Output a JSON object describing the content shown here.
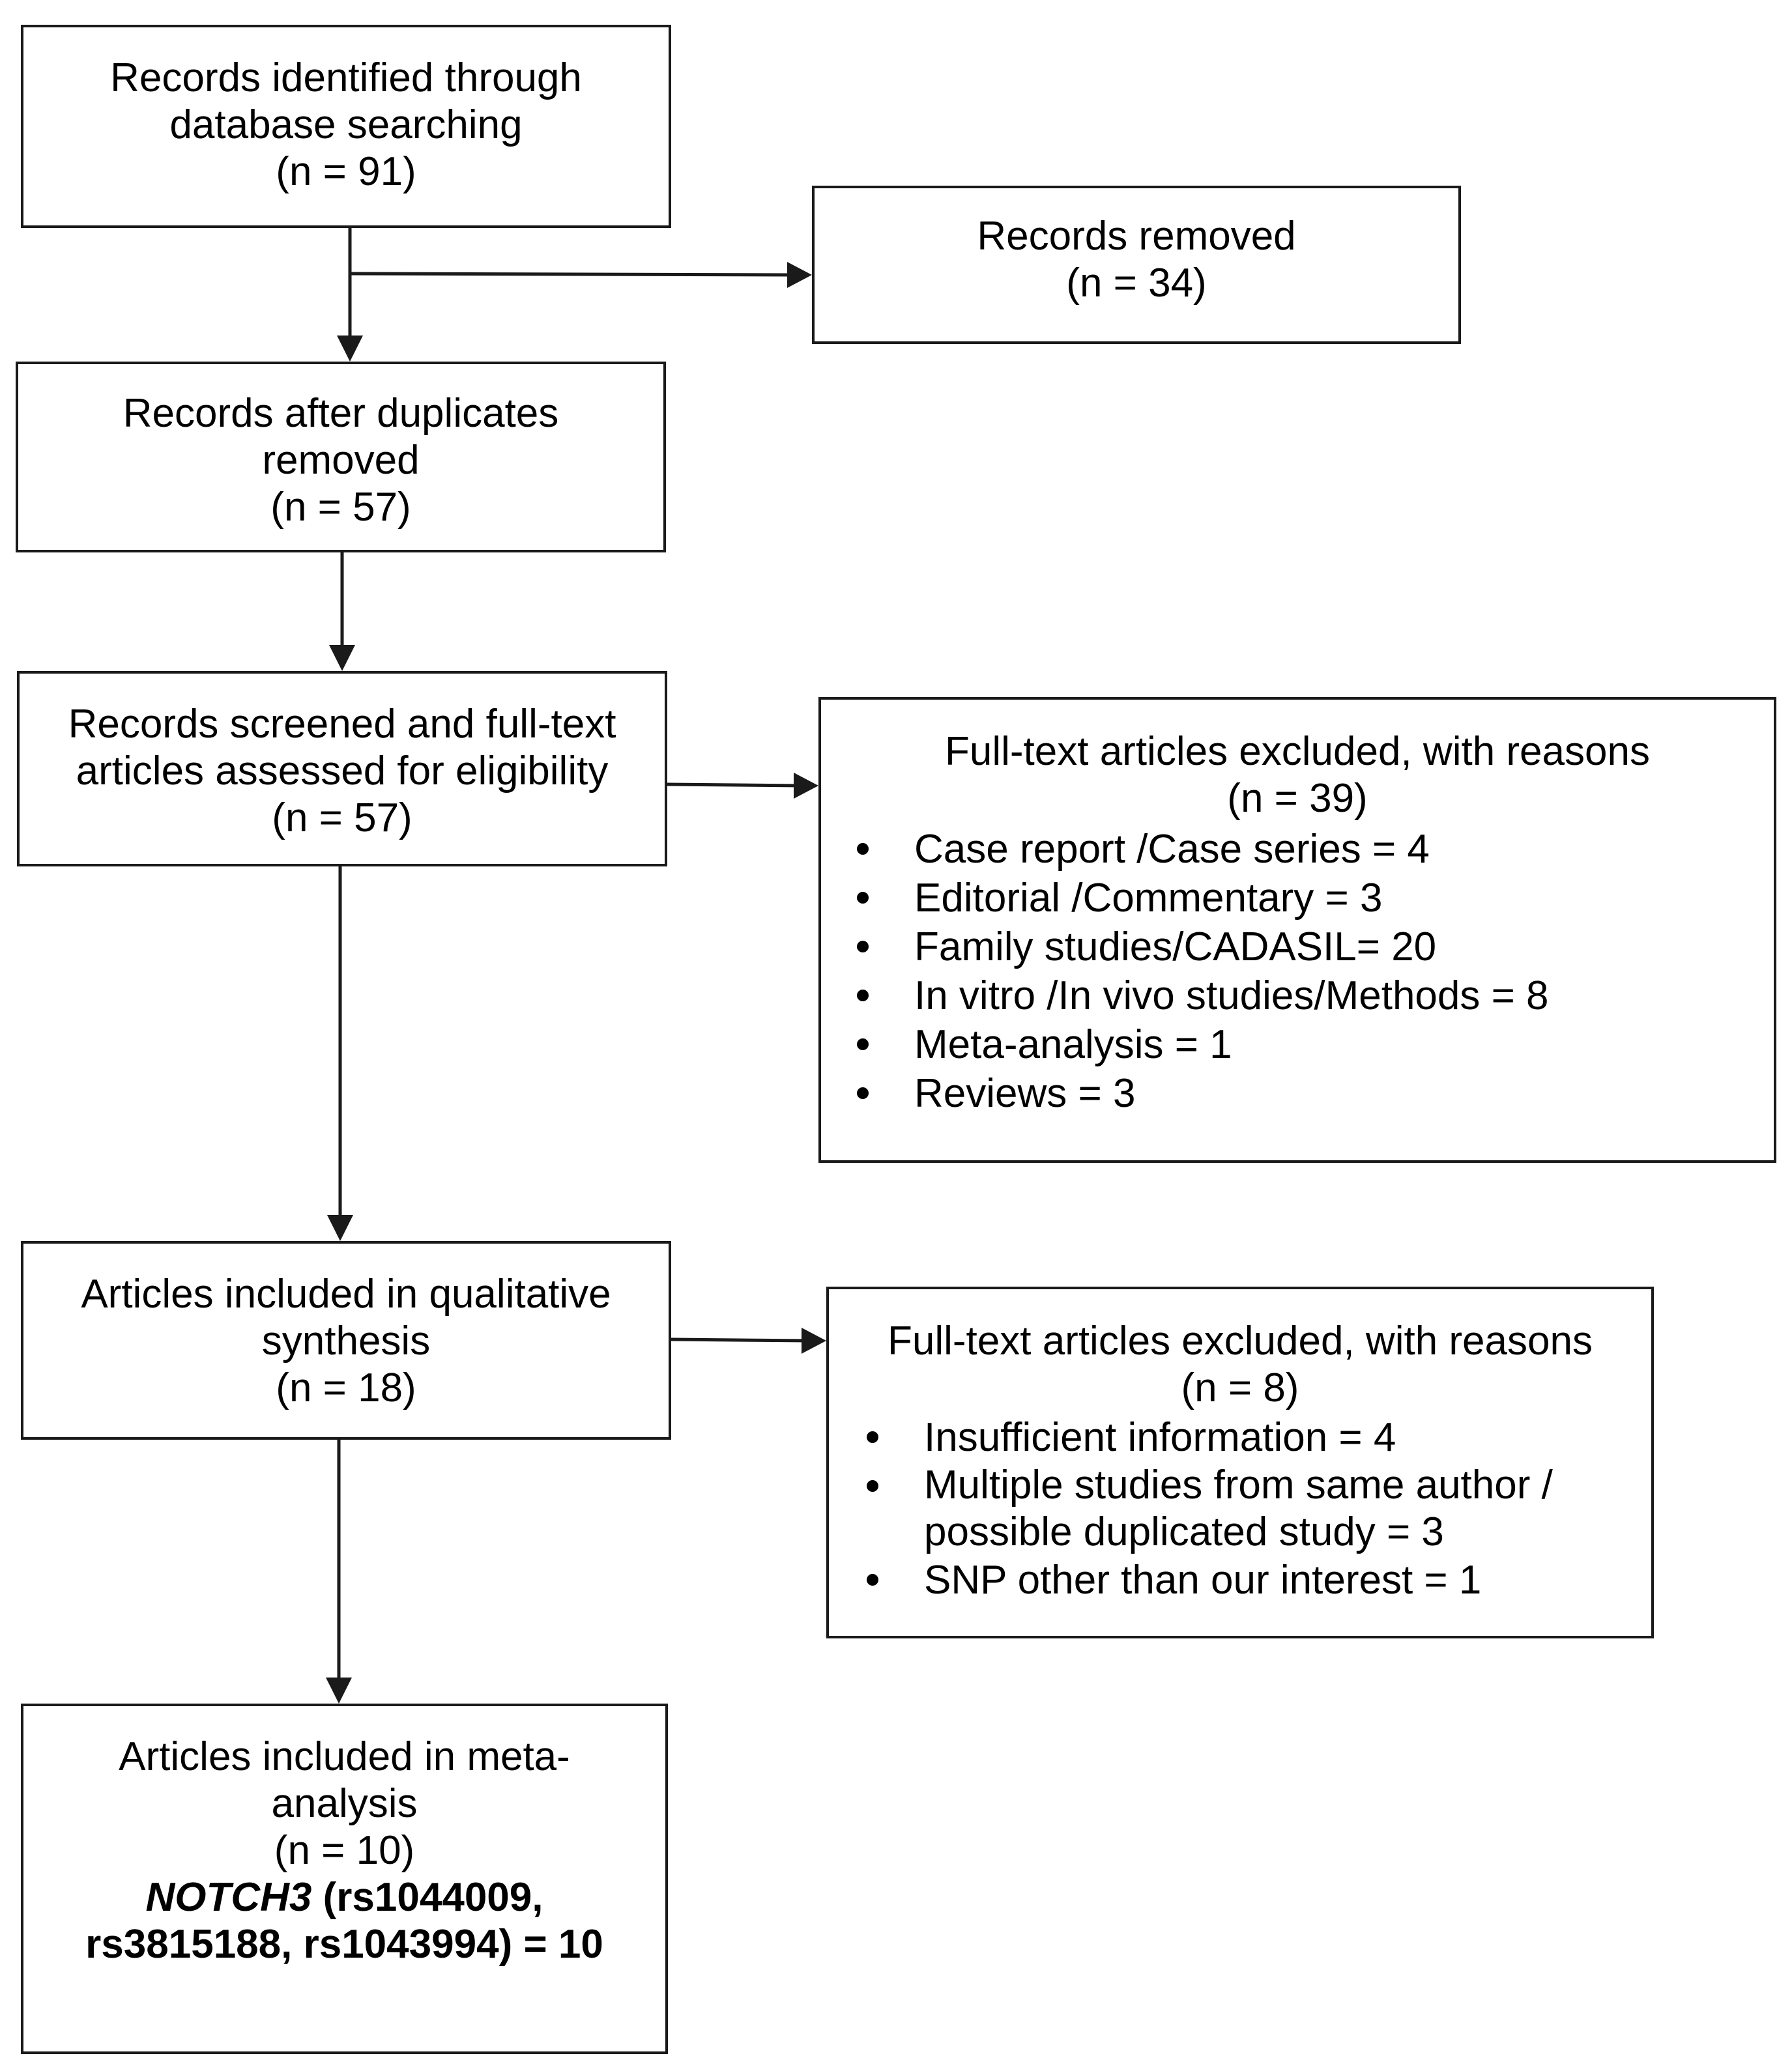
{
  "boxes": {
    "identified": {
      "line1": "Records identified through",
      "line2": "database searching",
      "count": "(n = 91)"
    },
    "removed": {
      "line1": "Records removed",
      "count": "(n = 34)"
    },
    "after_duplicates": {
      "line1": "Records after duplicates",
      "line2": "removed",
      "count": "(n = 57)"
    },
    "screened": {
      "line1": "Records screened and full-text",
      "line2": "articles assessed for eligibility",
      "count": "(n = 57)"
    },
    "excluded_fulltext": {
      "line1": "Full-text articles excluded, with reasons",
      "count": "(n = 39)",
      "items": [
        "Case report /Case series = 4",
        "Editorial /Commentary = 3",
        "Family studies/CADASIL= 20",
        "In vitro /In vivo studies/Methods = 8",
        "Meta-analysis = 1",
        "Reviews = 3"
      ]
    },
    "qualitative": {
      "line1": "Articles included in qualitative",
      "line2": "synthesis",
      "count": "(n = 18)"
    },
    "excluded_second": {
      "line1": "Full-text articles excluded, with reasons",
      "count": "(n = 8)",
      "items": [
        "Insufficient information = 4",
        "Multiple studies from same author / possible duplicated study = 3",
        "SNP other than our interest = 1"
      ]
    },
    "meta": {
      "line1": "Articles included in meta-",
      "line2": "analysis",
      "count": "(n = 10)",
      "gene": "NOTCH3",
      "snps_part1": " (rs1044009,",
      "snps_part2": "rs3815188, rs1043994) = 10"
    }
  },
  "colors": {
    "line": "#1a1a1a",
    "background": "#ffffff"
  }
}
